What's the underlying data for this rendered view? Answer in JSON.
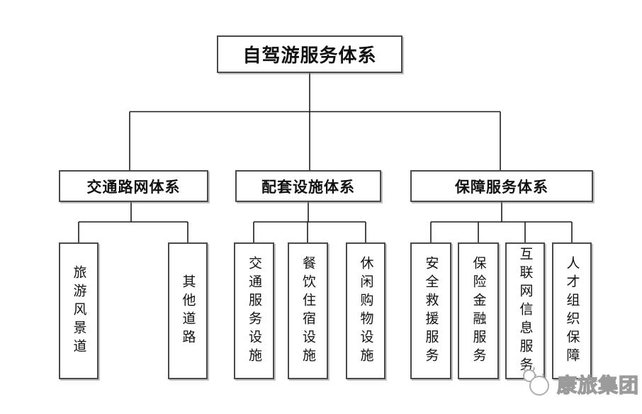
{
  "diagram": {
    "kind": "org-tree",
    "root": "自驾游服务体系",
    "branches": [
      {
        "label": "交通路网体系",
        "children": [
          "旅游风景道",
          "其他道路"
        ]
      },
      {
        "label": "配套设施体系",
        "children": [
          "交通服务设施",
          "餐饮住宿设施",
          "休闲购物设施"
        ]
      },
      {
        "label": "保障服务体系",
        "children": [
          "安全救援服务",
          "保险金融服务",
          "互联网信息服务",
          "人才组织保障"
        ]
      }
    ]
  },
  "watermark": {
    "text": "康旅集团",
    "logo": "mascot-logo"
  },
  "colors": {
    "line": "#1c1c1c",
    "box_border": "#4a4a4a",
    "background": "#ffffff",
    "watermark_gray": "#9b9b9b"
  }
}
